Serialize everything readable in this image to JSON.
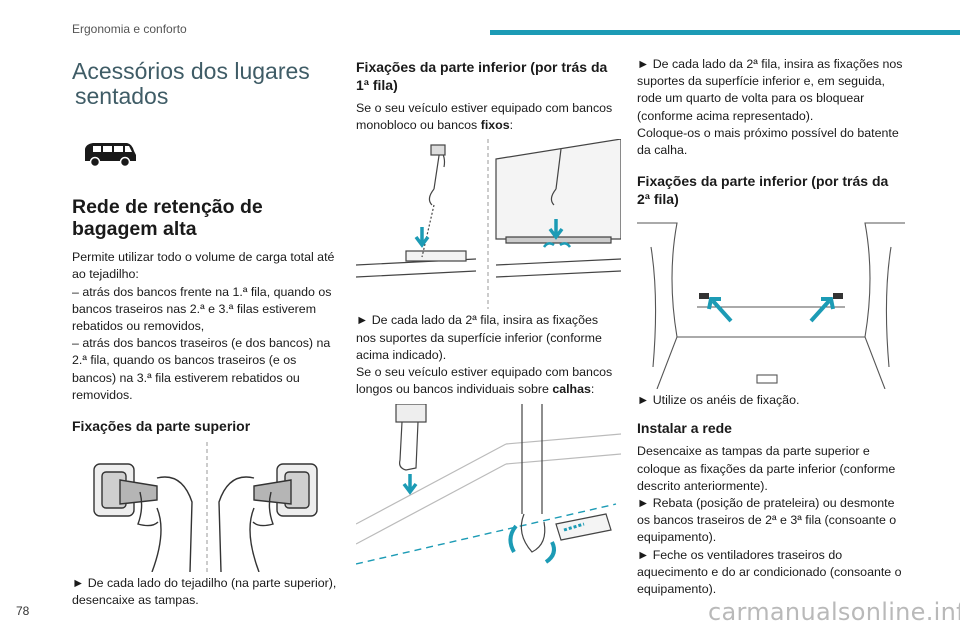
{
  "header": {
    "section": "Ergonomia e conforto"
  },
  "col1": {
    "title_line1": "Acessórios dos lugares",
    "title_line2": "sentados",
    "h_rede_1": "Rede de retenção de",
    "h_rede_2": "bagagem alta",
    "p_intro": "Permite utilizar todo o volume de carga total até ao tejadilho:",
    "p_b1": "– atrás dos bancos frente na 1.ª fila, quando os bancos traseiros nas 2.ª e 3.ª filas estiverem rebatidos ou removidos,",
    "p_b2": "– atrás dos bancos traseiros (e dos bancos) na 2.ª fila, quando os bancos traseiros (e os bancos) na 3.ª fila estiverem rebatidos ou removidos.",
    "h_sup": "Fixações da parte superior",
    "p_sup": "► De cada lado do tejadilho (na parte superior), desencaixe as tampas."
  },
  "col2": {
    "h_inf1": "Fixações da parte inferior (por trás da 1ª fila)",
    "p_fixos_pre": "Se o seu veículo estiver equipado com bancos monobloco ou bancos ",
    "p_fixos_bold": "fixos",
    "p_fixos_post": ":",
    "p_2fila": "► De cada lado da 2ª fila, insira as fixações nos suportes da superfície inferior (conforme acima indicado).",
    "p_calhas_pre": "Se o seu veículo estiver equipado com bancos longos ou bancos individuais sobre ",
    "p_calhas_bold": "calhas",
    "p_calhas_post": ":"
  },
  "col3": {
    "p_calha": "► De cada lado da 2ª fila, insira as fixações nos suportes da superfície inferior e, em seguida, rode um quarto de volta para os bloquear (conforme acima representado).",
    "p_batente": "Coloque-os o mais próximo possível do batente da calha.",
    "h_inf2": "Fixações da parte inferior (por trás da 2ª fila)",
    "p_aneis": "► Utilize os anéis de fixação.",
    "h_instalar": "Instalar a rede",
    "p_inst1": "Desencaixe as tampas da parte superior e coloque as fixações da parte inferior (conforme descrito anteriormente).",
    "p_inst2": "► Rebata (posição de prateleira) ou desmonte os bancos traseiros de 2ª e 3ª fila (consoante o equipamento).",
    "p_inst3": "► Feche os ventiladores traseiros do aquecimento e do ar condicionado (consoante o equipamento)."
  },
  "footer": {
    "page_number": "78",
    "watermark": "carmanualsonline.info"
  },
  "colors": {
    "accent": "#1c9bb5",
    "title": "#3f5c66"
  }
}
